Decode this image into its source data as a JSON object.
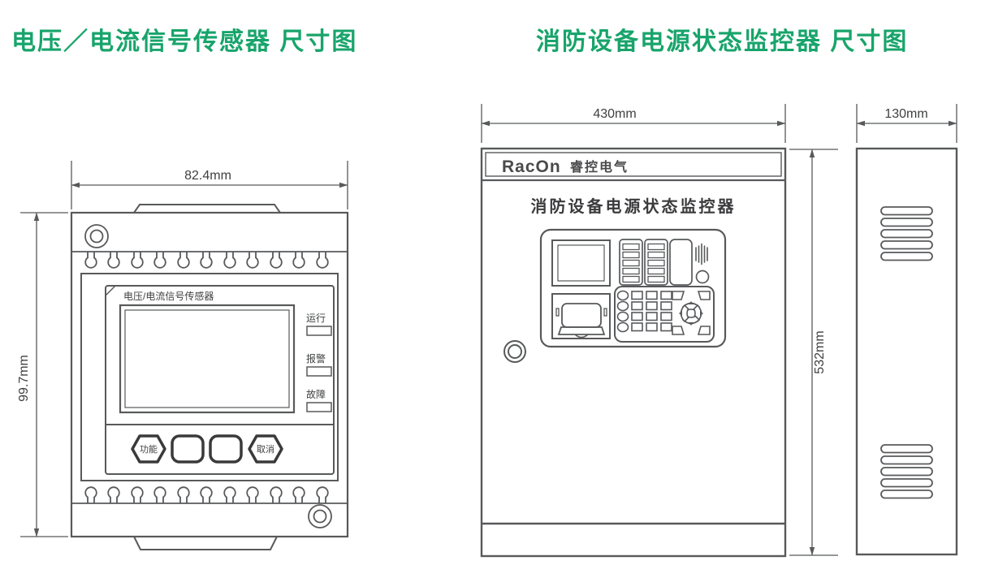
{
  "colors": {
    "title_green": "#18a46b",
    "line_gray": "#58595b",
    "text_dark": "#3f4040"
  },
  "left_diagram": {
    "title": "电压／电流信号传感器 尺寸图",
    "width_label": "82.4mm",
    "height_label": "99.7mm",
    "device_label": "电压/电流信号传感器",
    "led_labels": [
      "运行",
      "报警",
      "故障"
    ],
    "button_labels": {
      "function": "功能",
      "cancel": "取消"
    }
  },
  "right_diagram": {
    "title": "消防设备电源状态监控器 尺寸图",
    "width_label": "430mm",
    "height_label": "532mm",
    "depth_label": "130mm",
    "brand_en": "RacOn",
    "brand_cn": "睿控电气",
    "device_title": "消防设备电源状态监控器"
  }
}
